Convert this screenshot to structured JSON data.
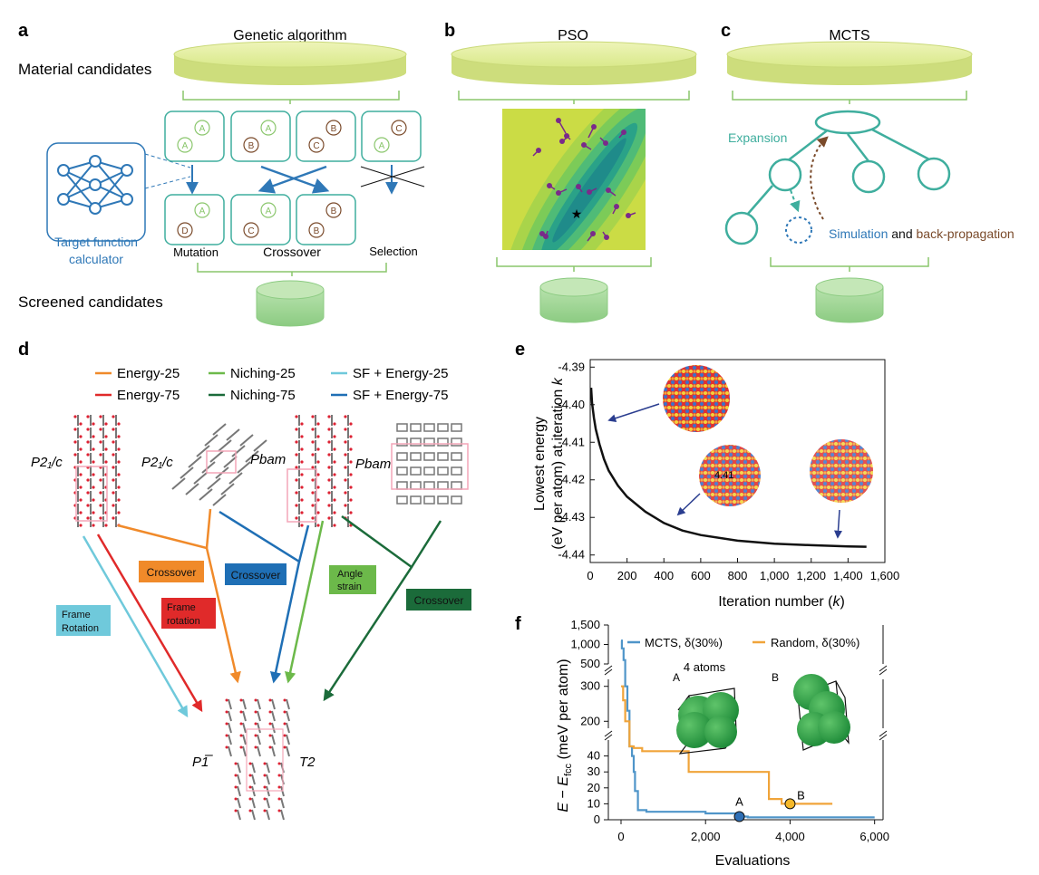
{
  "panels": {
    "a": {
      "letter": "a",
      "title": "Genetic algorithm",
      "material_label": "Material candidates",
      "screened_label": "Screened candidates",
      "calculator_label_1": "Target function",
      "calculator_label_2": "calculator",
      "ops": [
        "Mutation",
        "Crossover",
        "Selection"
      ],
      "parents": [
        [
          "A",
          "A"
        ],
        [
          "A",
          "B"
        ],
        [
          "B",
          "C"
        ],
        [
          "C",
          "A"
        ]
      ],
      "children": [
        [
          "A",
          "D"
        ],
        [
          "A",
          "C"
        ],
        [
          "B",
          "B"
        ]
      ]
    },
    "b": {
      "letter": "b",
      "title": "PSO"
    },
    "c": {
      "letter": "c",
      "title": "MCTS",
      "expansion": "Expansion",
      "simulation": "Simulation",
      "and": " and ",
      "backprop": "back-propagation"
    },
    "d": {
      "letter": "d",
      "legend": [
        "Energy-25",
        "Niching-25",
        "SF + Energy-25",
        "Energy-75",
        "Niching-75",
        "SF + Energy-75"
      ],
      "groups": [
        "P2₁/c",
        "P2₁/c",
        "Pbam",
        "Pbam"
      ],
      "ops": [
        "Crossover",
        "Crossover",
        "Frame rotation",
        "Frame Rotation",
        "Angle strain",
        "Crossover"
      ],
      "result_left": "P1̅",
      "result_right": "T2"
    },
    "e": {
      "letter": "e",
      "inset_label": "4.41",
      "chart_data": {
        "type": "line",
        "xlabel": "Iteration number (k)",
        "ylabel": "Lowest energy (eV per atom) at iteration k",
        "xlim": [
          0,
          1600
        ],
        "ylim": [
          -4.442,
          -4.388
        ],
        "xticks": [
          "0",
          "200",
          "400",
          "600",
          "800",
          "1,000",
          "1,200",
          "1,400",
          "1,600"
        ],
        "yticks": [
          "-4.39",
          "-4.40",
          "-4.41",
          "-4.42",
          "-4.43",
          "-4.44"
        ],
        "series": [
          {
            "x": [
              5,
              10,
              20,
              30,
              50,
              75,
              100,
              150,
              200,
              300,
              400,
              500,
              600,
              800,
              1000,
              1200,
              1400,
              1500
            ],
            "y": [
              -4.3955,
              -4.3995,
              -4.4035,
              -4.4065,
              -4.4105,
              -4.4145,
              -4.4175,
              -4.4215,
              -4.4245,
              -4.4285,
              -4.4315,
              -4.4335,
              -4.4347,
              -4.4362,
              -4.437,
              -4.4374,
              -4.4377,
              -4.4378
            ]
          }
        ]
      }
    },
    "f": {
      "letter": "f",
      "atoms_label": "4 atoms",
      "struct_a": "A",
      "struct_b": "B",
      "chart_data": {
        "type": "line",
        "xlabel": "Evaluations",
        "ylabel": "E − E_fcc (meV per atom)",
        "xlim": [
          -300,
          6200
        ],
        "xticks": [
          "0",
          "2,000",
          "4,000",
          "6,000"
        ],
        "yticks_top": [
          "500",
          "1,000",
          "1,500"
        ],
        "yticks_mid": [
          "200",
          "300"
        ],
        "yticks_low": [
          "0",
          "10",
          "20",
          "30",
          "40"
        ],
        "series": [
          {
            "name": "MCTS, δ(30%)",
            "color": "#4f95c9",
            "x": [
              0,
              20,
              60,
              100,
              150,
              200,
              260,
              300,
              330,
              400,
              600,
              1000,
              2000,
              2800,
              3000,
              6000
            ],
            "y": [
              1100,
              900,
              600,
              300,
              230,
              46,
              40,
              30,
              18,
              6,
              5,
              5,
              4,
              2,
              1.5,
              1.5
            ]
          },
          {
            "name": "Random, δ(30%)",
            "color": "#f0a43a",
            "x": [
              0,
              50,
              100,
              200,
              300,
              500,
              1000,
              1600,
              3500,
              3800,
              4000,
              5000
            ],
            "y": [
              300,
              260,
              200,
              46,
              45,
              43,
              43,
              30,
              13,
              10,
              10,
              10
            ]
          }
        ],
        "points": [
          {
            "label": "A",
            "x": 2800,
            "y": 2
          },
          {
            "label": "B",
            "x": 4000,
            "y": 10
          }
        ]
      }
    }
  },
  "colors": {
    "teal": "#3fae9e",
    "green": "#8ac66c",
    "blue": "#2f78b7",
    "brown": "#7a4a2a",
    "pink": "#f4a6b8",
    "ops": [
      "#f08a2a",
      "#1f6fb5",
      "#e02a2a",
      "#6fc9db",
      "#6cb94a",
      "#1b6b3a"
    ],
    "legend": [
      "#f08a2a",
      "#6cb94a",
      "#6fc9db",
      "#e02a2a",
      "#1b6b3a",
      "#1f6fb5"
    ]
  }
}
